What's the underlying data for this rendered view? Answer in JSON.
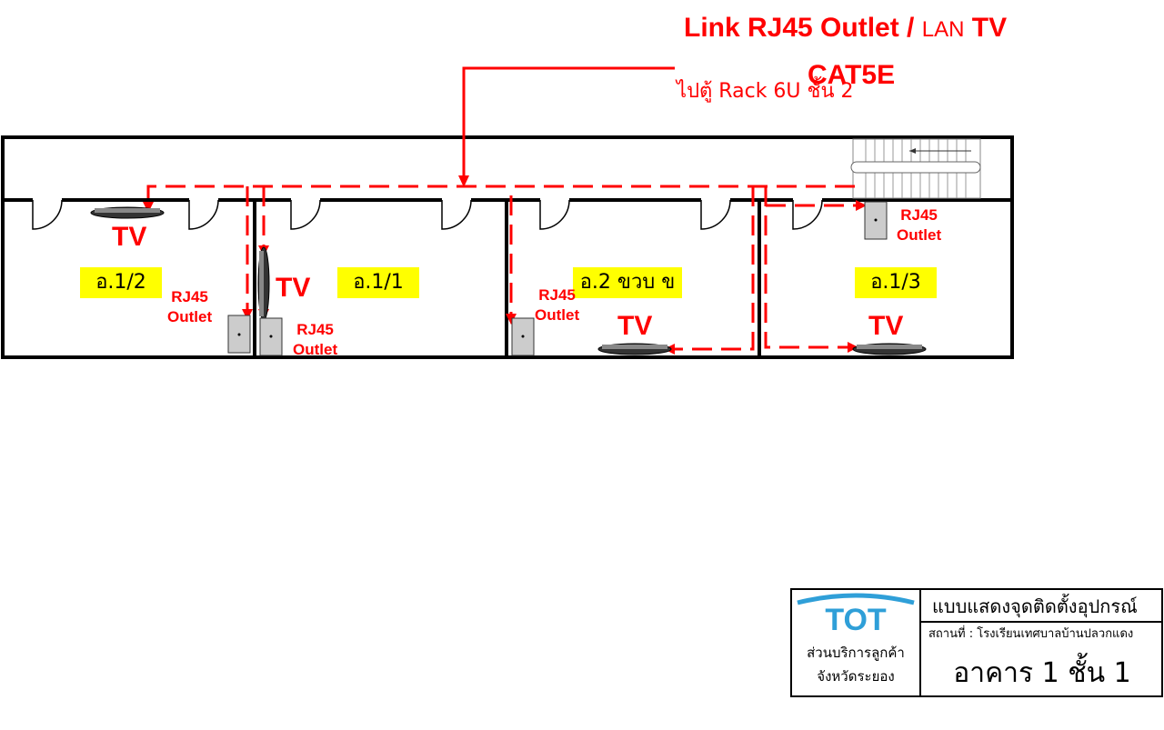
{
  "header": {
    "title_part1": "Link RJ45 Outlet / ",
    "title_lan": "LAN",
    "title_part2": " TV",
    "cable": "CAT5E",
    "rack_note": "ไปตู้ Rack 6U ชั้น 2"
  },
  "rooms": [
    {
      "label": "อ.1/2"
    },
    {
      "label": "อ.1/1"
    },
    {
      "label": "อ.2 ขวบ ข"
    },
    {
      "label": "อ.1/3"
    }
  ],
  "tv_label": "TV",
  "outlet": {
    "line1": "RJ45",
    "line2": "Outlet"
  },
  "colors": {
    "cable": "#ff0000",
    "room_label_bg": "#ffff00",
    "logo": "#2f9fd8"
  },
  "title_block": {
    "logo_text": "TOT",
    "org_line1": "ส่วนบริการลูกค้า",
    "org_line2": "จังหวัดระยอง",
    "drawing_title": "แบบแสดงจุดติดตั้งอุปกรณ์",
    "location": "สถานที่ : โรงเรียนเทศบาลบ้านปลวกแดง",
    "building": "อาคาร 1 ชั้น 1"
  }
}
